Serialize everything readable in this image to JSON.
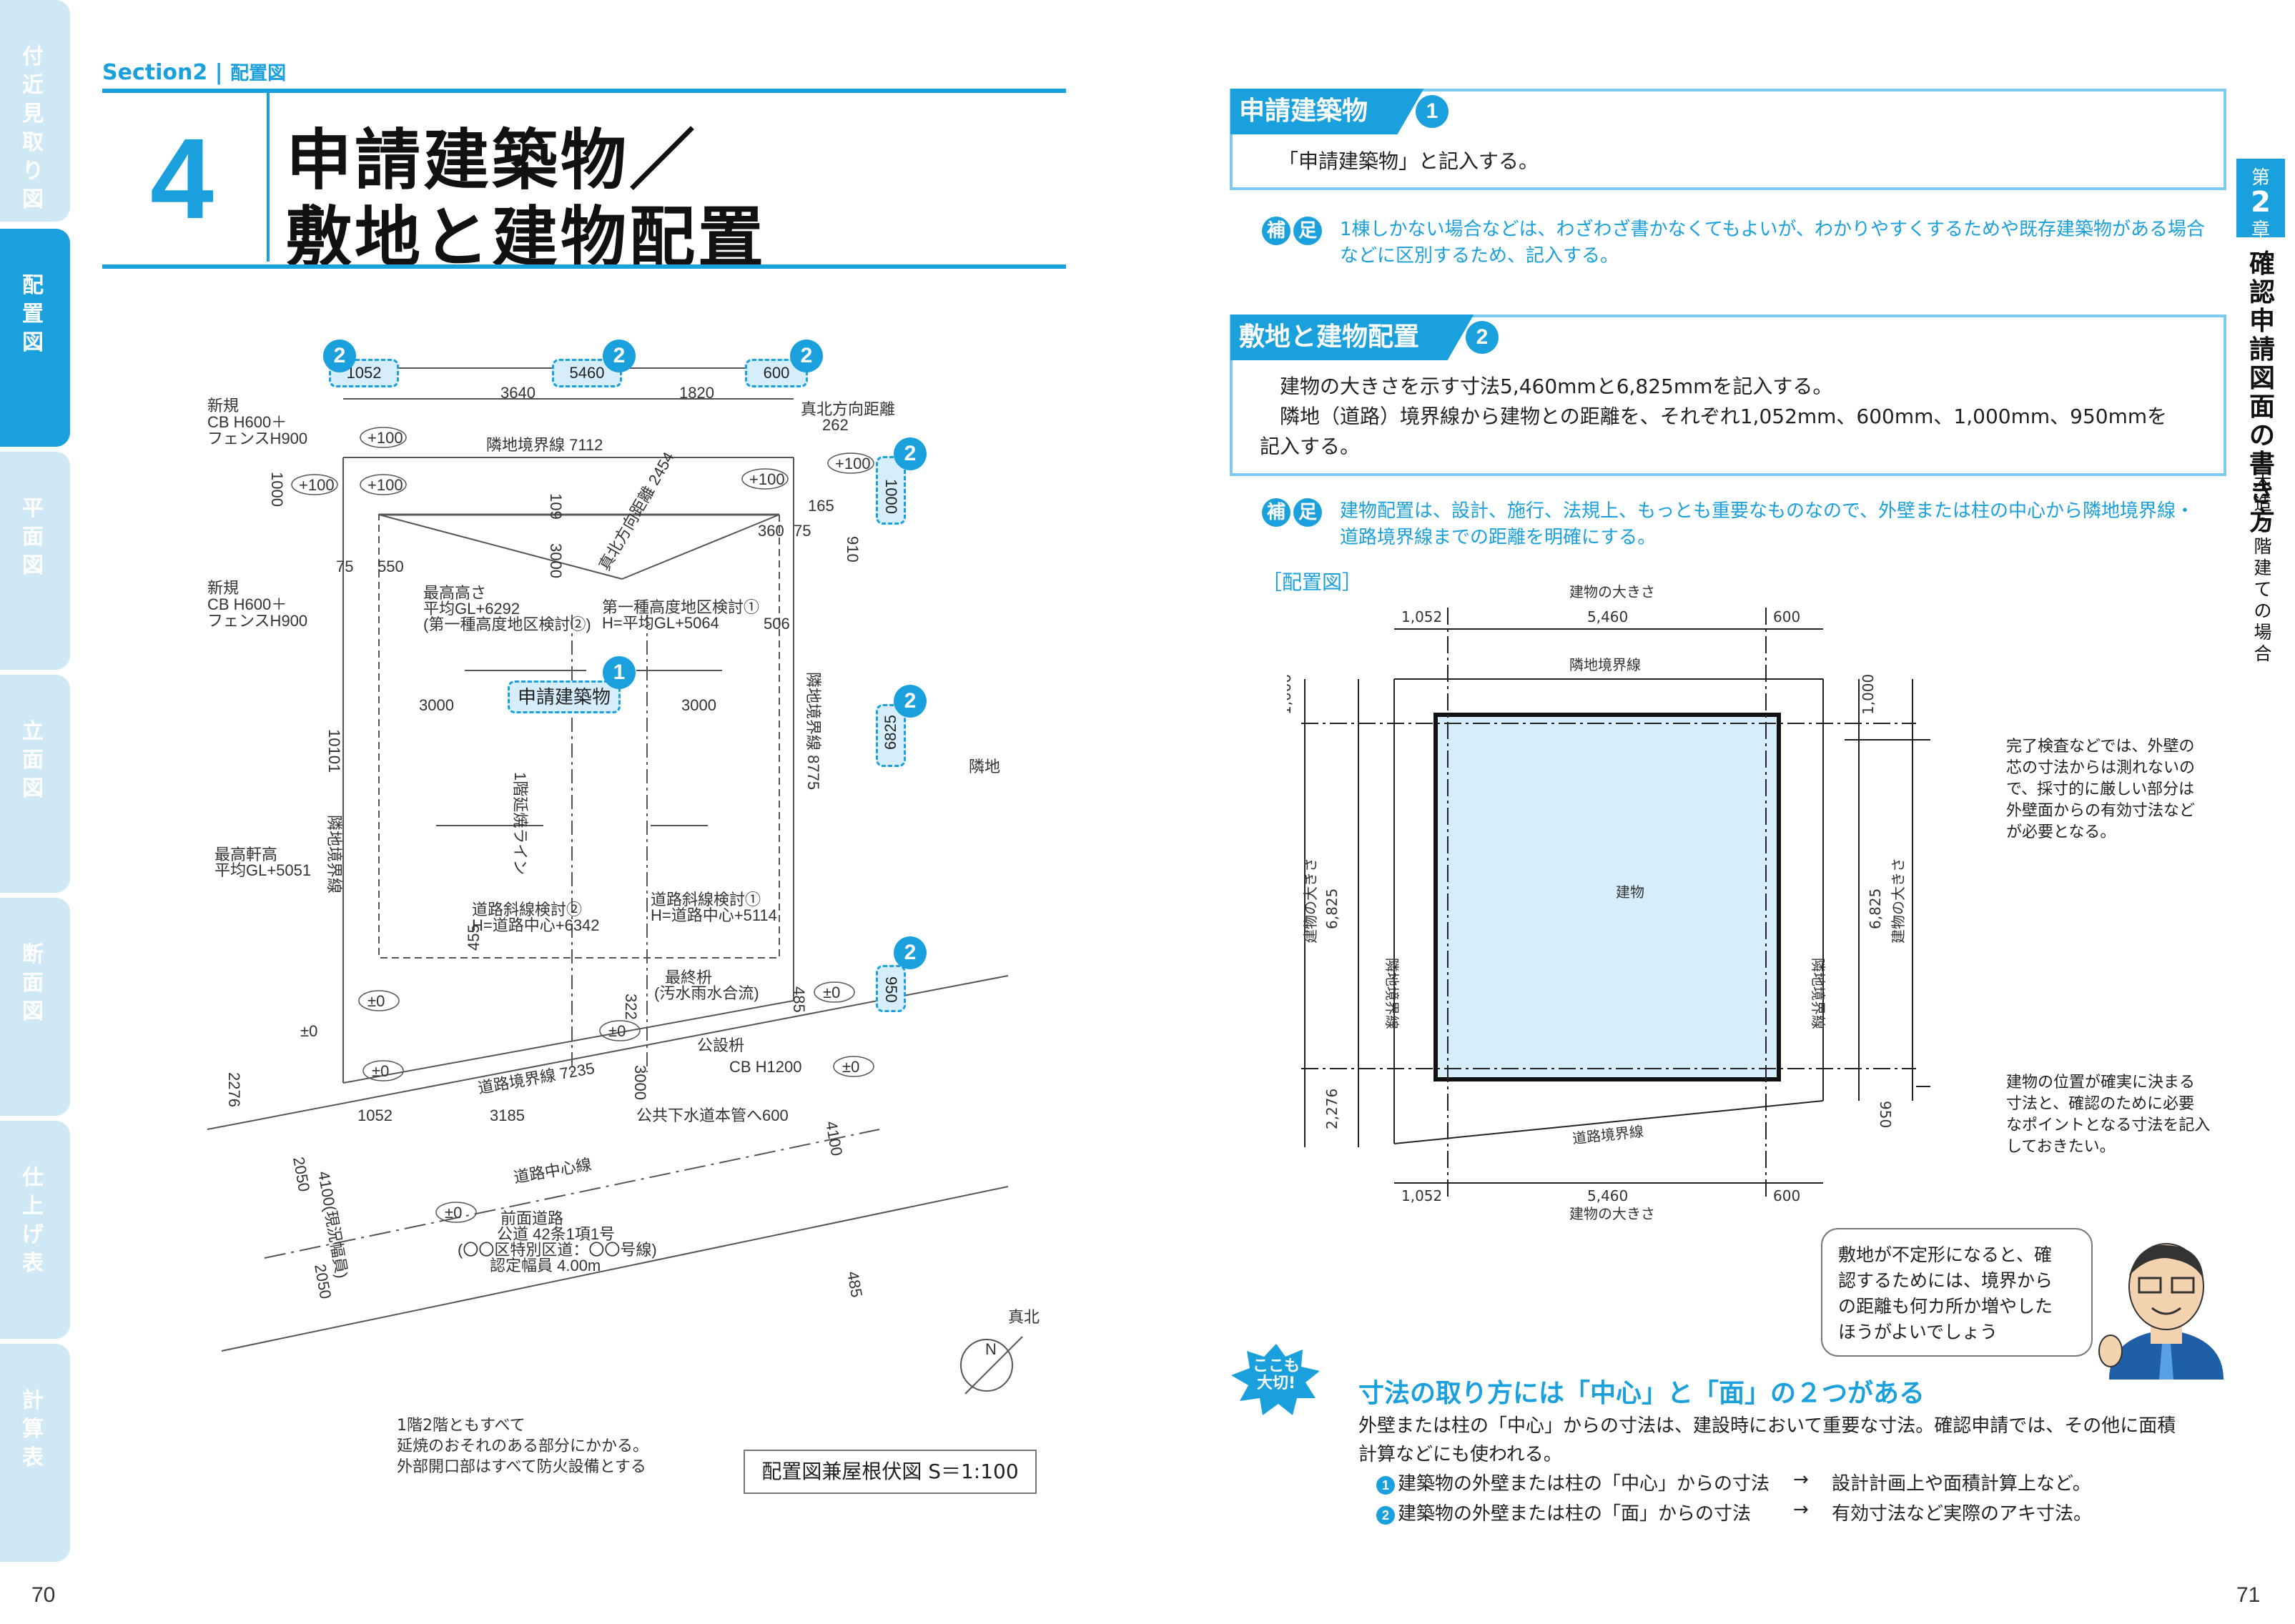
{
  "side_tabs": [
    {
      "label": "付近見取り図",
      "active": false
    },
    {
      "label": "配置図",
      "active": true
    },
    {
      "label": "平面図",
      "active": false
    },
    {
      "label": "立面図",
      "active": false
    },
    {
      "label": "断面図",
      "active": false
    },
    {
      "label": "仕上げ表",
      "active": false
    },
    {
      "label": "計算表",
      "active": false
    }
  ],
  "left_page": {
    "section_label": "Section2",
    "section_sub": "配置図",
    "number": "4",
    "title_line1": "申請建築物／",
    "title_line2": "敷地と建物配置",
    "drawing": {
      "top_dims": [
        "1052",
        "5460",
        "600"
      ],
      "dims_row2": [
        "3640",
        "1820"
      ],
      "labels": {
        "new_cb_top": "新規",
        "cb_top_1": "CB H600＋",
        "cb_top_2": "フェンスH900",
        "new_cb_left": "新規",
        "cb_left_1": "CB H600＋",
        "cb_left_2": "フェンスH900",
        "true_north": "真北方向距離",
        "true_north_val": "262",
        "neighbor_line": "隣地境界線  7112",
        "north_diag": "真北方向距離 2454",
        "plus100": "+100",
        "d1000": "1000",
        "d109": "109",
        "d165": "165",
        "d3000_v": "3000",
        "d75": "75",
        "d550": "550",
        "d360": "360",
        "d75b": "75",
        "d910": "910",
        "d506": "506",
        "max_height_1": "最高高さ",
        "max_height_2": "平均GL+6292",
        "max_height_3": "(第一種高度地区検討②)",
        "zone_check_1": "第一種高度地区検討①",
        "zone_check_2": "H=平均GL+5064",
        "building_tag": "申請建築物",
        "d3000_l": "3000",
        "d3000_r": "3000",
        "d10101": "10101",
        "side_boundary": "隣地境界線",
        "side_boundary_r": "隣地境界線  8775",
        "spread_line": "1階延焼ライン",
        "d6825": "6825",
        "neighbor_land": "隣地",
        "eave_1": "最高軒高",
        "eave_2": "平均GL+5051",
        "road_slope2_1": "道路斜線検討②",
        "road_slope2_2": "H=道路中心+6342",
        "road_slope1_1": "道路斜線検討①",
        "road_slope1_2": "H=道路中心+5114",
        "d455": "455",
        "final_mass_1": "最終枡",
        "final_mass_2": "(汚水雨水合流)",
        "d322": "322",
        "d485": "485",
        "d950": "950",
        "pm0": "±0",
        "d2276": "2276",
        "public_mass": "公設枡",
        "cb_h1200": "CB H1200",
        "road_boundary": "道路境界線  7235",
        "d3000_b": "3000",
        "sewer": "公共下水道本管へ600",
        "d1052b": "1052",
        "d3185": "3185",
        "d4100": "4100",
        "d2050a": "2050",
        "d2050b": "2050",
        "road_width_status": "4100(現況幅員)",
        "road_center": "道路中心線",
        "front_road": "前面道路",
        "road_law": "公道 42条1項1号",
        "road_special": "(〇〇区特別区道：〇〇号線)",
        "road_cert": "認定幅員 4.00m",
        "d485b": "485",
        "true_north_mark": "真北",
        "n_mark": "N"
      },
      "caption": "配置図兼屋根伏図  S＝1:100",
      "note_line1": "1階2階ともすべて",
      "note_line2": "延焼のおそれのある部分にかかる。",
      "note_line3": "外部開口部はすべて防火設備とする"
    },
    "page_number": "70"
  },
  "right_page": {
    "box1": {
      "head": "申請建築物",
      "num": "1",
      "body": "「申請建築物」と記入する。"
    },
    "hosoku_label_1": "補",
    "hosoku_label_2": "足",
    "note1_line1": "1棟しかない場合などは、わざわざ書かなくてもよいが、わかりやすくするためや既存建築物がある場合",
    "note1_line2": "などに区別するため、記入する。",
    "box2": {
      "head": "敷地と建物配置",
      "num": "2",
      "line1": "建物の大きさを示す寸法5,460mmと6,825mmを記入する。",
      "line2": "隣地（道路）境界線から建物との距離を、それぞれ1,052mm、600mm、1,000mm、950mmを",
      "line3": "記入する。"
    },
    "note2_line1": "建物配置は、設計、施行、法規上、もっとも重要なものなので、外壁または柱の中心から隣地境界線・",
    "note2_line2": "道路境界線までの距離を明確にする。",
    "figure_label": "［配置図］",
    "figure": {
      "size_top": "建物の大きさ",
      "t1052": "1,052",
      "t5460": "5,460",
      "t600": "600",
      "neighbor_top": "隣地境界線",
      "l1000": "1,000",
      "r1000": "1,000",
      "left_size": "建物の大きさ",
      "left_6825": "6,825",
      "left_boundary": "隣地境界線",
      "building": "建物",
      "right_boundary": "隣地境界線",
      "right_6825": "6,825",
      "right_size": "建物の大きさ",
      "l2276": "2,276",
      "r950": "950",
      "road_boundary": "道路境界線",
      "b1052": "1,052",
      "b5460": "5,460",
      "b600": "600",
      "size_bottom": "建物の大きさ"
    },
    "callout1": [
      "完了検査などでは、外壁の",
      "芯の寸法からは測れないの",
      "で、採寸的に厳しい部分は",
      "外壁面からの有効寸法など",
      "が必要となる。"
    ],
    "callout2": [
      "建物の位置が確実に決まる",
      "寸法と、確認のために必要",
      "なポイントとなる寸法を記入",
      "しておきたい。"
    ],
    "speech": [
      "敷地が不定形になると、確",
      "認するためには、境界から",
      "の距離も何カ所か増やした",
      "ほうがよいでしょう"
    ],
    "burst_1": "ここも",
    "burst_2": "大切!",
    "important_head": "寸法の取り方には「中心」と「面」の２つがある",
    "important_body_1": "外壁または柱の「中心」からの寸法は、建設時において重要な寸法。確認申請では、その他に面積",
    "important_body_2": "計算などにも使われる。",
    "item1_num": "1",
    "item1_text": "建築物の外壁または柱の「中心」からの寸法",
    "item1_arrow": "→",
    "item1_result": "設計計画上や面積計算上など。",
    "item2_num": "2",
    "item2_text": "建築物の外壁または柱の「面」からの寸法",
    "item2_arrow": "→",
    "item2_result": "有効寸法など実際のアキ寸法。",
    "chapter_pre": "第",
    "chapter_num": "2",
    "chapter_post": "章",
    "chapter_title": "確認申請図面の書き方",
    "chapter_sub": "木造２階建ての場合",
    "page_number": "71"
  },
  "colors": {
    "accent": "#1aa0dc",
    "light": "#cfe8f6",
    "building_fill": "#d6eefb"
  }
}
